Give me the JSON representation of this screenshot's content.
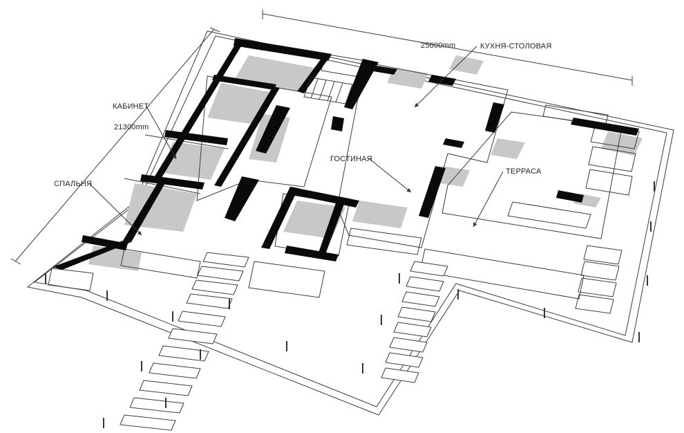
{
  "rooms": {
    "kitchen": "КУХНЯ-СТОЛОВАЯ",
    "office": "КАБИНЕТ",
    "living": "ГОСТИНАЯ",
    "terrace": "ТЕРРАСА",
    "bedroom": "СПАЛЬНЯ"
  },
  "dimensions": {
    "length": "25600mm",
    "width": "21300mm"
  },
  "colors": {
    "wall_top": "#0a0a0a",
    "shadow": "#c8c8c8",
    "line": "#3a3a3a",
    "paper": "#ffffff"
  }
}
